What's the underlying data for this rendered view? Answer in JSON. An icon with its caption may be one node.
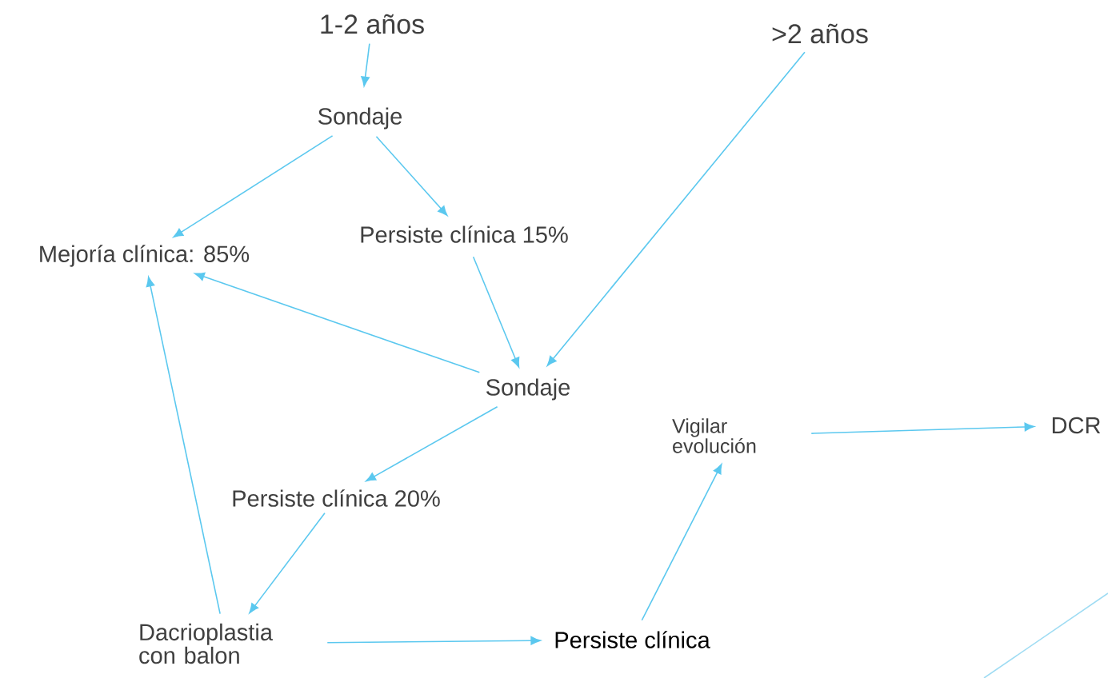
{
  "diagram": {
    "nodes": [
      {
        "text": [
          "1-2 años"
        ]
      },
      {
        "text": [
          ">2 años"
        ]
      },
      {
        "text": [
          "Sondaje"
        ]
      },
      {
        "text": [
          "Mejoría clínica: 85%"
        ]
      },
      {
        "text": [
          "Persiste clínica 15%"
        ]
      },
      {
        "text": [
          "Sondaje"
        ]
      },
      {
        "text": [
          "Vigilar evolución"
        ]
      },
      {
        "text": [
          "DCR"
        ]
      },
      {
        "text": [
          "Persiste clínica 20%"
        ]
      },
      {
        "text": [
          "Dacrioplastia con balon"
        ]
      },
      {
        "text": [
          "Persiste clínica"
        ]
      }
    ],
    "edges": [
      {
        "from": 0,
        "to": 2,
        "arrow": "to"
      },
      {
        "from": 2,
        "to": 3,
        "arrow": "to"
      },
      {
        "from": 2,
        "to": 4,
        "arrow": "to"
      },
      {
        "from": 1,
        "to": 5,
        "arrow": "to"
      },
      {
        "from": 4,
        "to": 5,
        "arrow": "to"
      },
      {
        "from": 5,
        "to": 3,
        "arrow": "to"
      },
      {
        "from": 5,
        "to": 8,
        "arrow": "to"
      },
      {
        "from": 8,
        "to": 9,
        "arrow": "to"
      },
      {
        "from": 9,
        "to": 3,
        "arrow": "to"
      },
      {
        "from": 9,
        "to": 10,
        "arrow": "to"
      },
      {
        "from": 10,
        "to": 6,
        "arrow": "to"
      },
      {
        "from": 6,
        "to": 7,
        "arrow": "to"
      }
    ]
  }
}
